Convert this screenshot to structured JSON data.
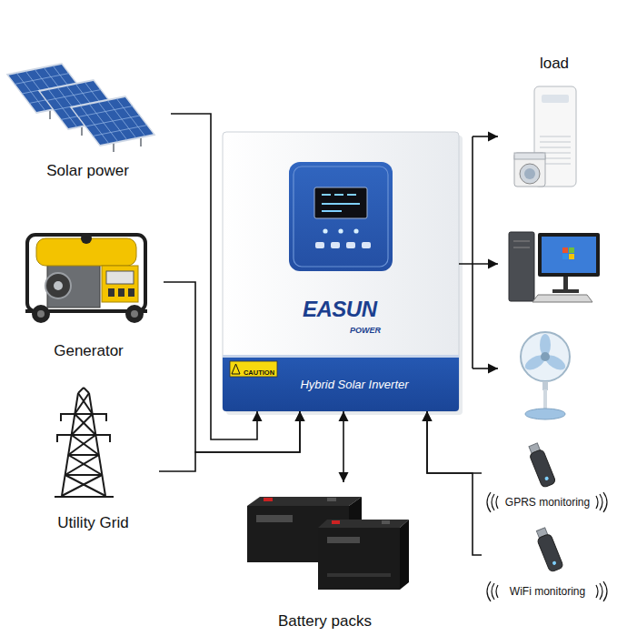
{
  "diagram": {
    "nodes": [
      {
        "text": [
          "Solar power"
        ]
      },
      {
        "text": [
          "Generator"
        ]
      },
      {
        "text": [
          "Utility Grid"
        ]
      },
      {
        "text": [
          "EASUN",
          "POWER",
          "Hybrid Solar Inverter",
          "CAUTION"
        ]
      },
      {
        "text": [
          "load"
        ]
      },
      {
        "text": [
          "Battery packs"
        ]
      },
      {
        "text": [
          "GPRS monitoring"
        ]
      },
      {
        "text": [
          "WiFi monitoring"
        ]
      }
    ],
    "edges": [
      {
        "from": 0,
        "to": 3,
        "arrow": "to"
      },
      {
        "from": 1,
        "to": 3,
        "arrow": "to"
      },
      {
        "from": 2,
        "to": 3,
        "arrow": "to"
      },
      {
        "from": 3,
        "to": 4,
        "arrow": "to"
      },
      {
        "from": 3,
        "to": 5,
        "arrow": "both"
      },
      {
        "from": 6,
        "to": 3,
        "arrow": "to"
      },
      {
        "from": 7,
        "to": 3,
        "arrow": "to"
      }
    ]
  }
}
